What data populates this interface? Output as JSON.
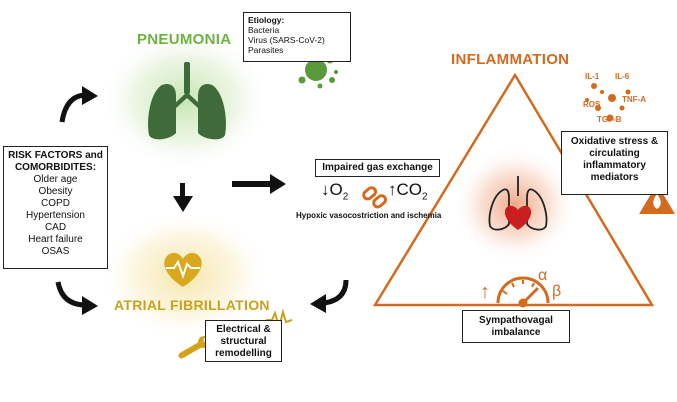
{
  "risk_factors": {
    "heading": "RISK FACTORS and COMORBIDITES:",
    "items": [
      "Older age",
      "Obesity",
      "COPD",
      "Hypertension",
      "CAD",
      "Heart failure",
      "OSAS"
    ]
  },
  "pneumonia": {
    "title": "PNEUMONIA",
    "etiology_heading": "Etiology:",
    "etiology_items": [
      "Bacteria",
      "Virus (SARS-CoV-2)",
      "Parasites"
    ]
  },
  "gas_exchange": {
    "label": "Impaired gas exchange",
    "o2_arrow": "↓",
    "o2": "O",
    "o2_sub": "2",
    "co2_arrow": "↑",
    "co2": "CO",
    "co2_sub": "2",
    "caption": "Hypoxic vasocostriction and ischemia"
  },
  "inflammation": {
    "title": "INFLAMMATION",
    "cytokines": [
      "IL-1",
      "IL-6",
      "ROS",
      "TNF-A",
      "TGF-B"
    ],
    "oxidative_box": "Oxidative stress & circulating inflammatory mediators"
  },
  "atrial": {
    "title": "ATRIAL FIBRILLATION",
    "remodelling_box": "Electrical & structural remodelling"
  },
  "sympatho": {
    "arrow": "↑",
    "alpha": "α",
    "beta": "β",
    "box": "Sympathovagal imbalance"
  },
  "colors": {
    "green": "#6db33f",
    "dark_green": "#3f6b3a",
    "orange": "#d46a1e",
    "gold": "#c9a11a",
    "red": "#d42a2a"
  }
}
